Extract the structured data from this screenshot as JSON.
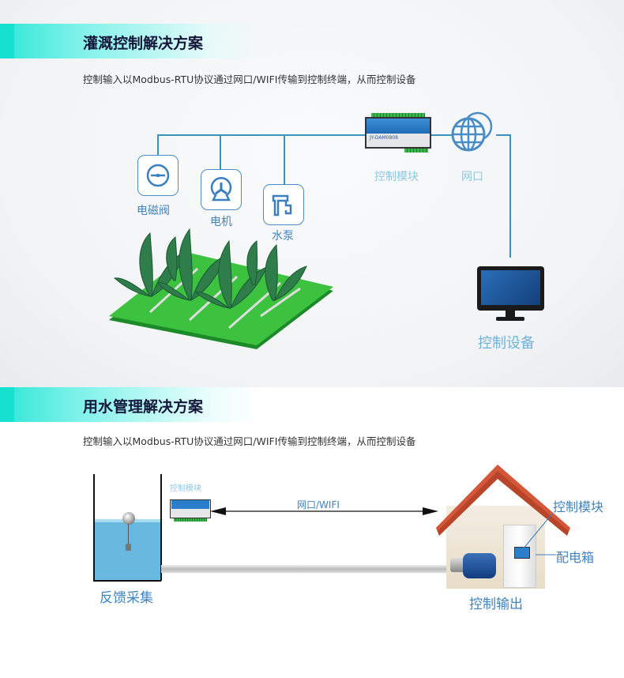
{
  "section1": {
    "title": "灌溉控制解决方案",
    "subtitle": "控制输入以Modbus-RTU协议通过网口/WIFI传输到控制终端，从而控制设备",
    "devices": [
      {
        "label": "电磁阀",
        "icon": "valve-icon"
      },
      {
        "label": "电机",
        "icon": "motor-icon"
      },
      {
        "label": "水泵",
        "icon": "water-pump-icon"
      }
    ],
    "module_label": "控制模块",
    "module_model": "JY-DAM0808",
    "network_label": "网口",
    "terminal_label": "控制设备"
  },
  "section2": {
    "title": "用水管理解决方案",
    "subtitle": "控制输入以Modbus-RTU协议通过网口/WIFI传输到控制终端，从而控制设备",
    "module_label": "控制模块",
    "link_label": "网口/WIFI",
    "tank_label": "反馈采集",
    "house_module_label": "控制模块",
    "cabinet_label": "配电箱",
    "output_label": "控制输出"
  }
}
